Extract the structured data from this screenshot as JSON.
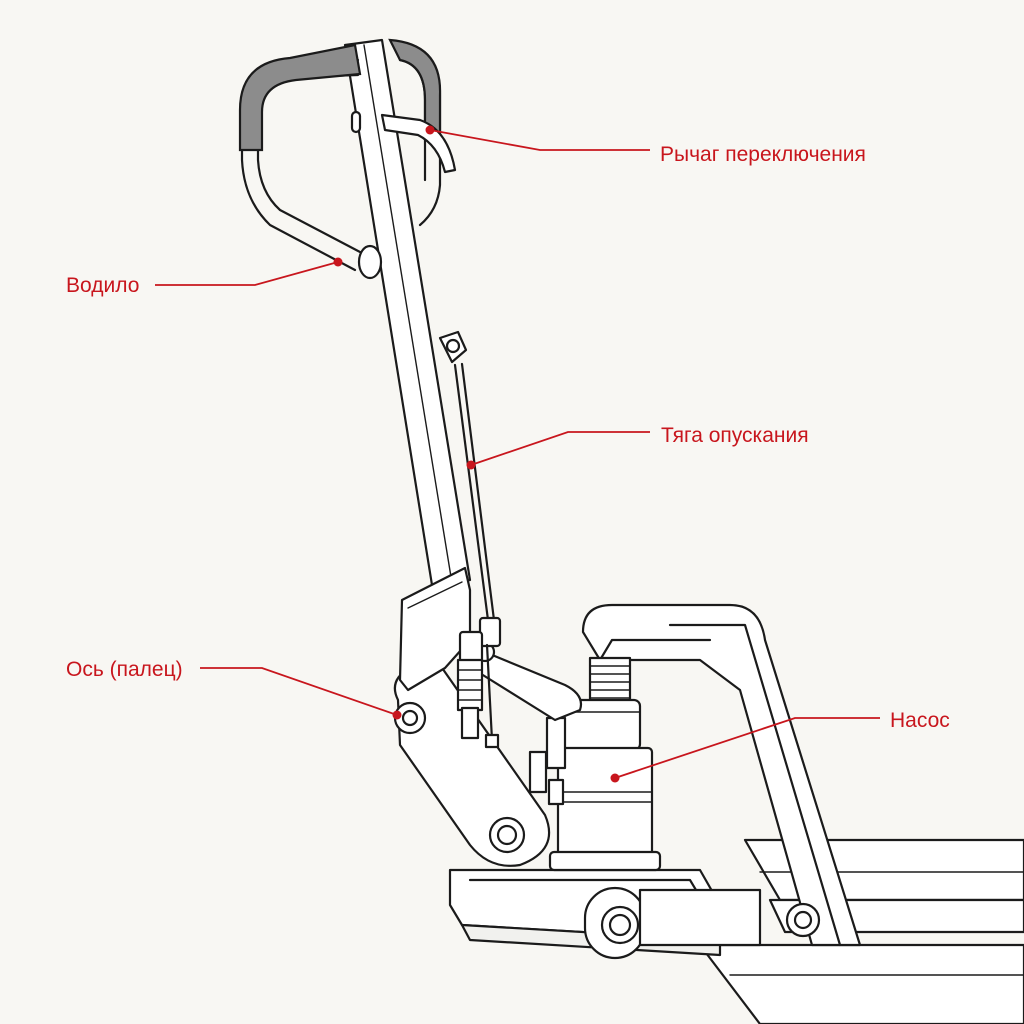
{
  "colors": {
    "accent": "#c8161d",
    "line": "#1b1b1b",
    "background": "#f8f7f3",
    "grip": "#8c8c8c"
  },
  "labels": {
    "switch_lever": "Рычаг переключения",
    "drawbar": "Водило",
    "lowering_rod": "Тяга опускания",
    "pivot_pin": "Ось (палец)",
    "pump": "Насос"
  }
}
